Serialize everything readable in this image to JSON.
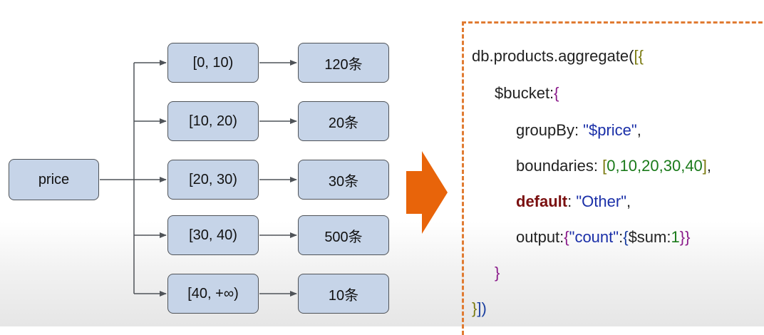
{
  "diagram": {
    "source_label": "price",
    "ranges": [
      "[0, 10)",
      "[10, 20)",
      "[20, 30)",
      "[30, 40)",
      "[40, +∞)"
    ],
    "counts": [
      "120条",
      "20条",
      "30条",
      "500条",
      "10条"
    ]
  },
  "code": {
    "line1_text": "db.products.aggregate(",
    "line1_open": "[{",
    "line2_text": "$bucket:",
    "line2_open": "{",
    "line3_key": "groupBy: ",
    "line3_value": "\"$price\"",
    "line3_comma": ",",
    "line4_key": "boundaries: ",
    "line4_open": "[",
    "line4_values": "0,10,20,30,40",
    "line4_close": "]",
    "line4_comma": ",",
    "line5_key": "default",
    "line5_colon": ": ",
    "line5_value": "\"Other\"",
    "line5_comma": ",",
    "line6_key": "output:",
    "line6_open": "{",
    "line6_count": "\"count\"",
    "line6_colon": ":",
    "line6_open2": "{",
    "line6_sum": "$sum:",
    "line6_one": "1",
    "line6_close": "}}",
    "line7_close": "}",
    "line8_close1": "}",
    "line8_close2": "])"
  },
  "colors": {
    "box_fill": "#c6d4e8",
    "box_border": "#4f5358",
    "arrow": "#e8640a",
    "dashed_border": "#e07b32",
    "keyword": "#7a1010",
    "string": "#1a2fa8",
    "number": "#1a7a1a"
  }
}
